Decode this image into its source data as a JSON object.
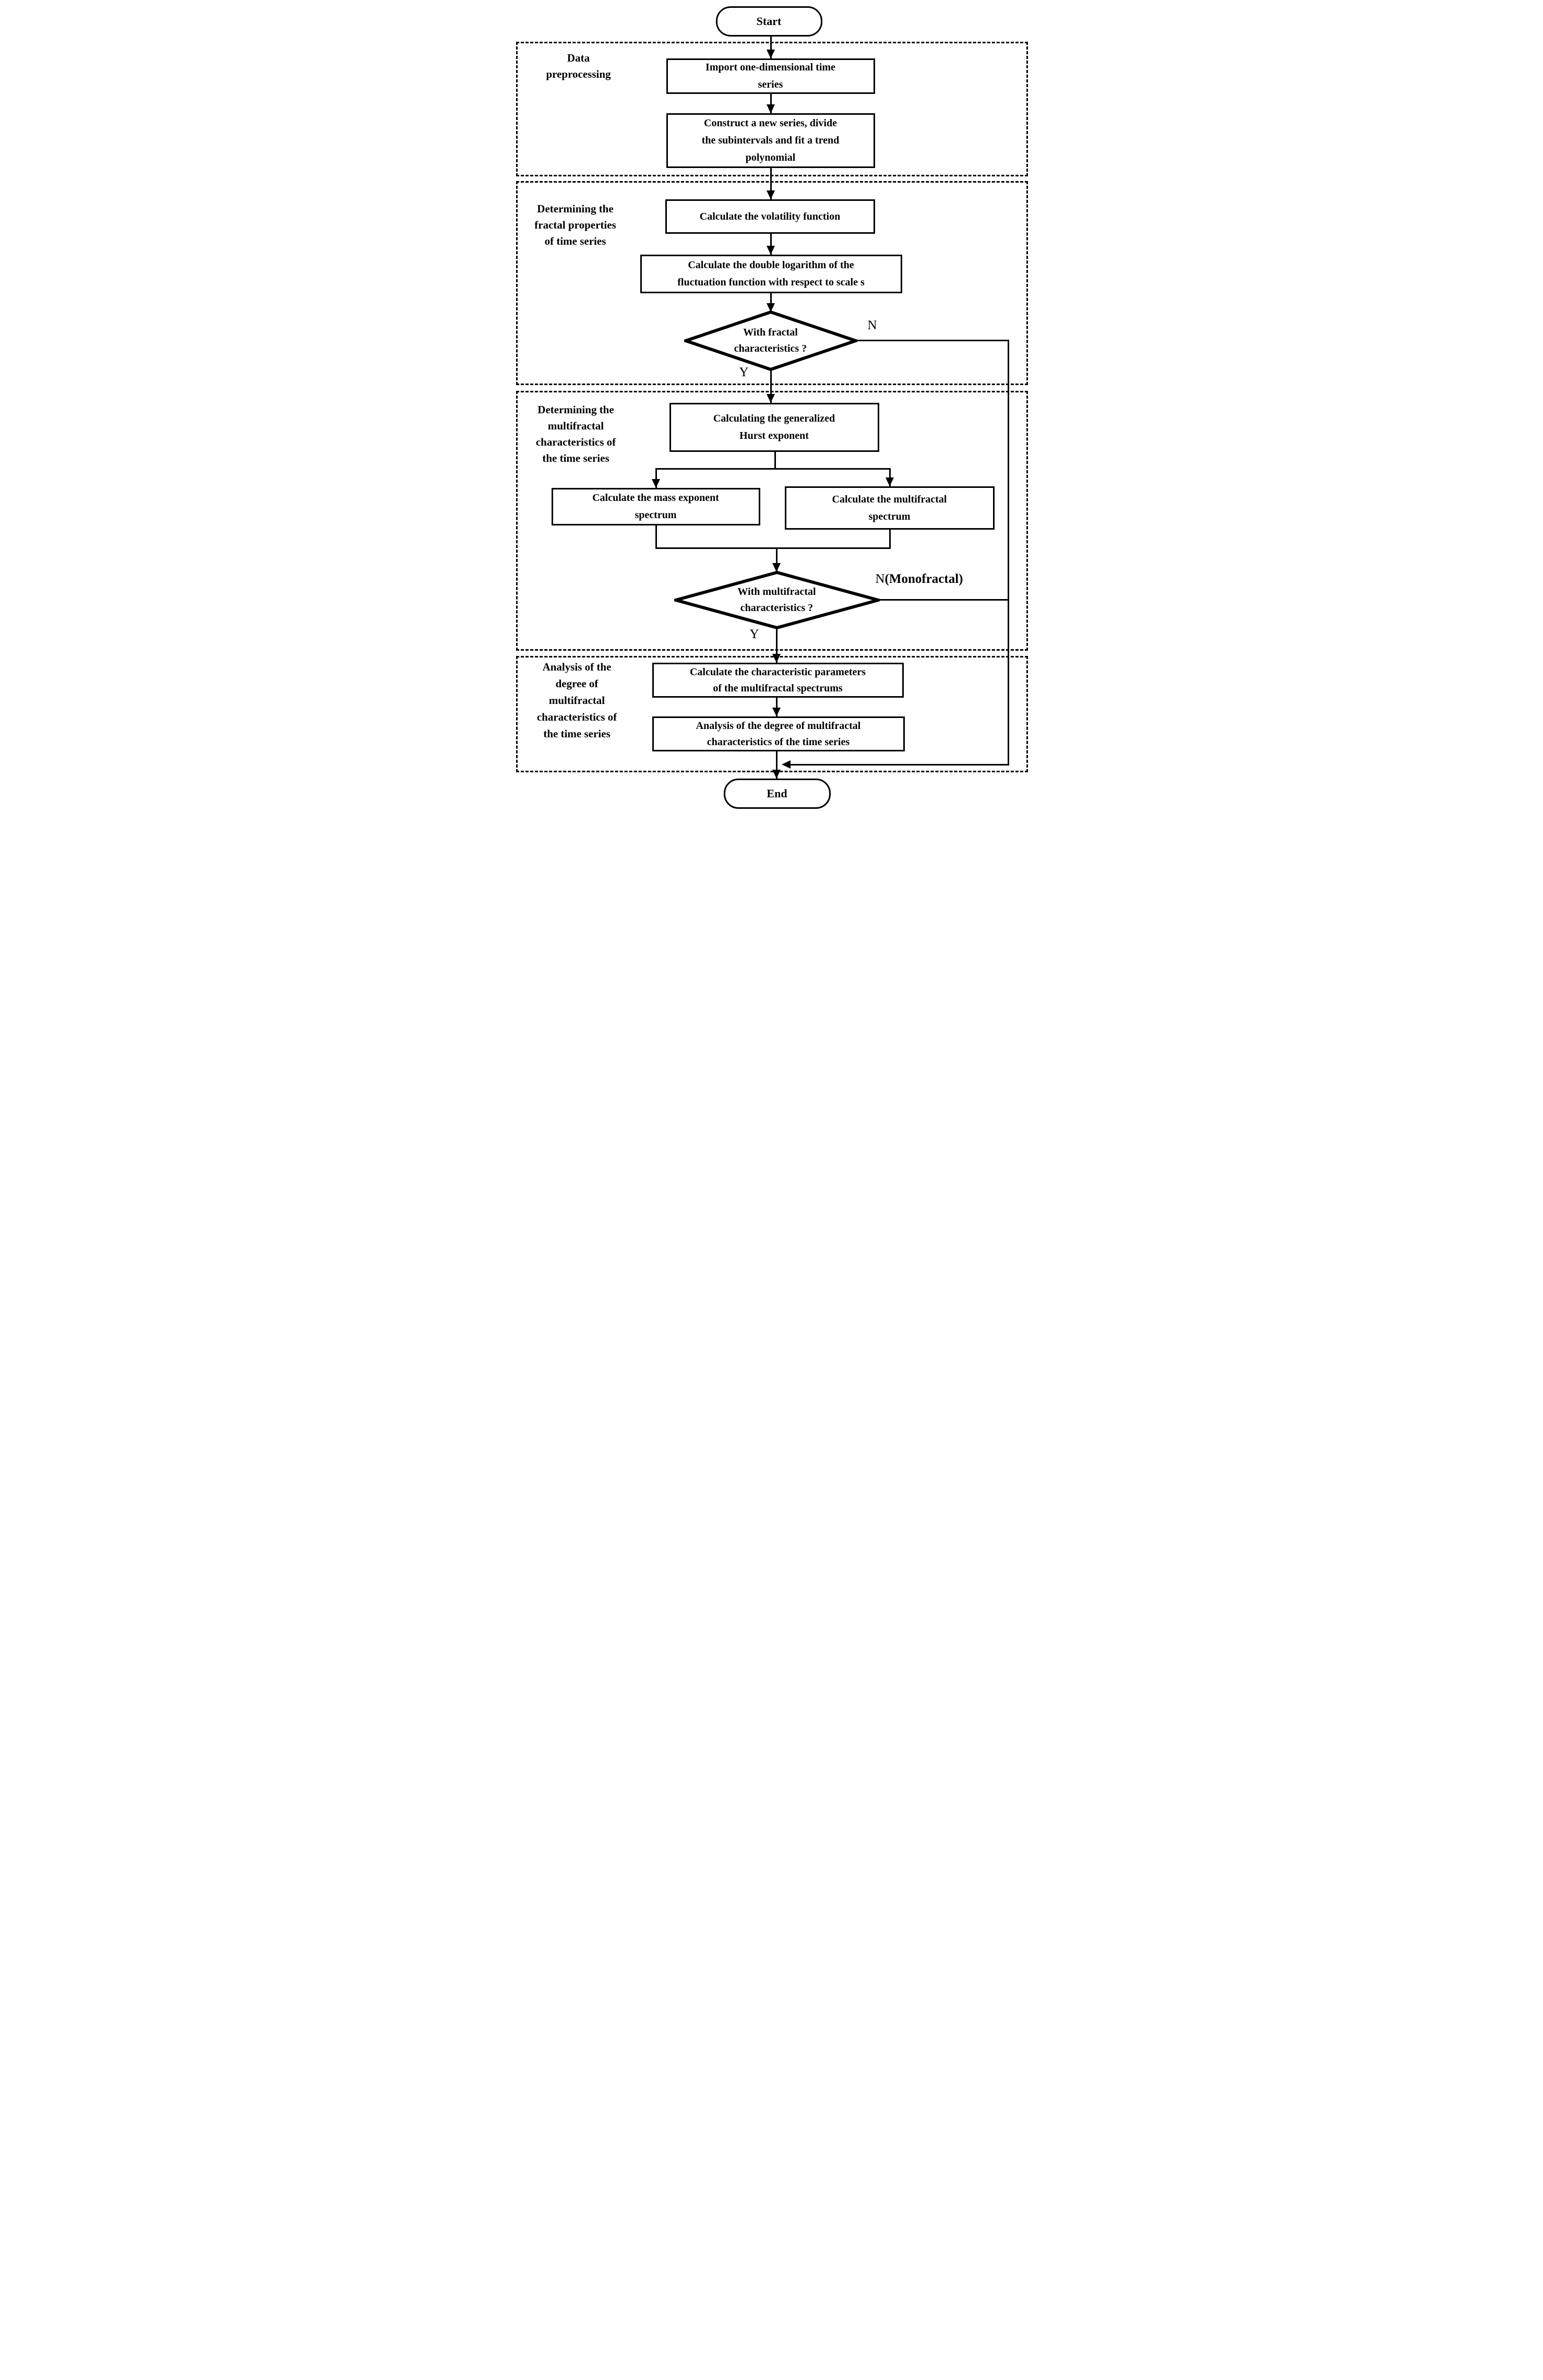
{
  "colors": {
    "ink": "#000000",
    "background": "#ffffff"
  },
  "terminators": {
    "start": "Start",
    "end": "End"
  },
  "sections": [
    {
      "label_lines": [
        "Data",
        "preprocessing"
      ]
    },
    {
      "label_lines": [
        "Determining the",
        "fractal properties",
        "of time series"
      ]
    },
    {
      "label_lines": [
        "Determining the",
        "multifractal",
        "characteristics  of",
        "the time series"
      ]
    },
    {
      "label_lines": [
        "Analysis of the",
        "degree of",
        "multifractal",
        "characteristics of",
        "the time series"
      ]
    }
  ],
  "processes": {
    "import": {
      "lines": [
        "Import one-dimensional time",
        "series"
      ]
    },
    "construct": {
      "lines": [
        "Construct a new series, divide",
        "the subintervals and fit a trend",
        "polynomial"
      ]
    },
    "volatility": {
      "lines": [
        "Calculate the volatility function"
      ]
    },
    "double_log": {
      "lines": [
        "Calculate the double logarithm of the",
        "fluctuation function with respect to scale s"
      ]
    },
    "hurst": {
      "lines": [
        "Calculating the generalized",
        "Hurst exponent"
      ]
    },
    "mass_exponent": {
      "lines": [
        "Calculate the mass exponent",
        "spectrum"
      ]
    },
    "multifractal_spectrum": {
      "lines": [
        "Calculate the multifractal",
        "spectrum"
      ]
    },
    "parameters": {
      "lines": [
        "Calculate the characteristic parameters",
        "of the multifractal spectrums"
      ]
    },
    "degree_analysis": {
      "lines": [
        "Analysis of the degree of multifractal",
        "characteristics of the time series"
      ]
    }
  },
  "decisions": {
    "fractal": {
      "lines": [
        "With fractal",
        "characteristics ?"
      ],
      "yes_label": "Y",
      "no_label": "N"
    },
    "multifractal": {
      "lines": [
        "With multifractal",
        "characteristics ?"
      ],
      "yes_label": "Y",
      "no_label": "N",
      "no_annotation": "(Monofractal)"
    }
  }
}
